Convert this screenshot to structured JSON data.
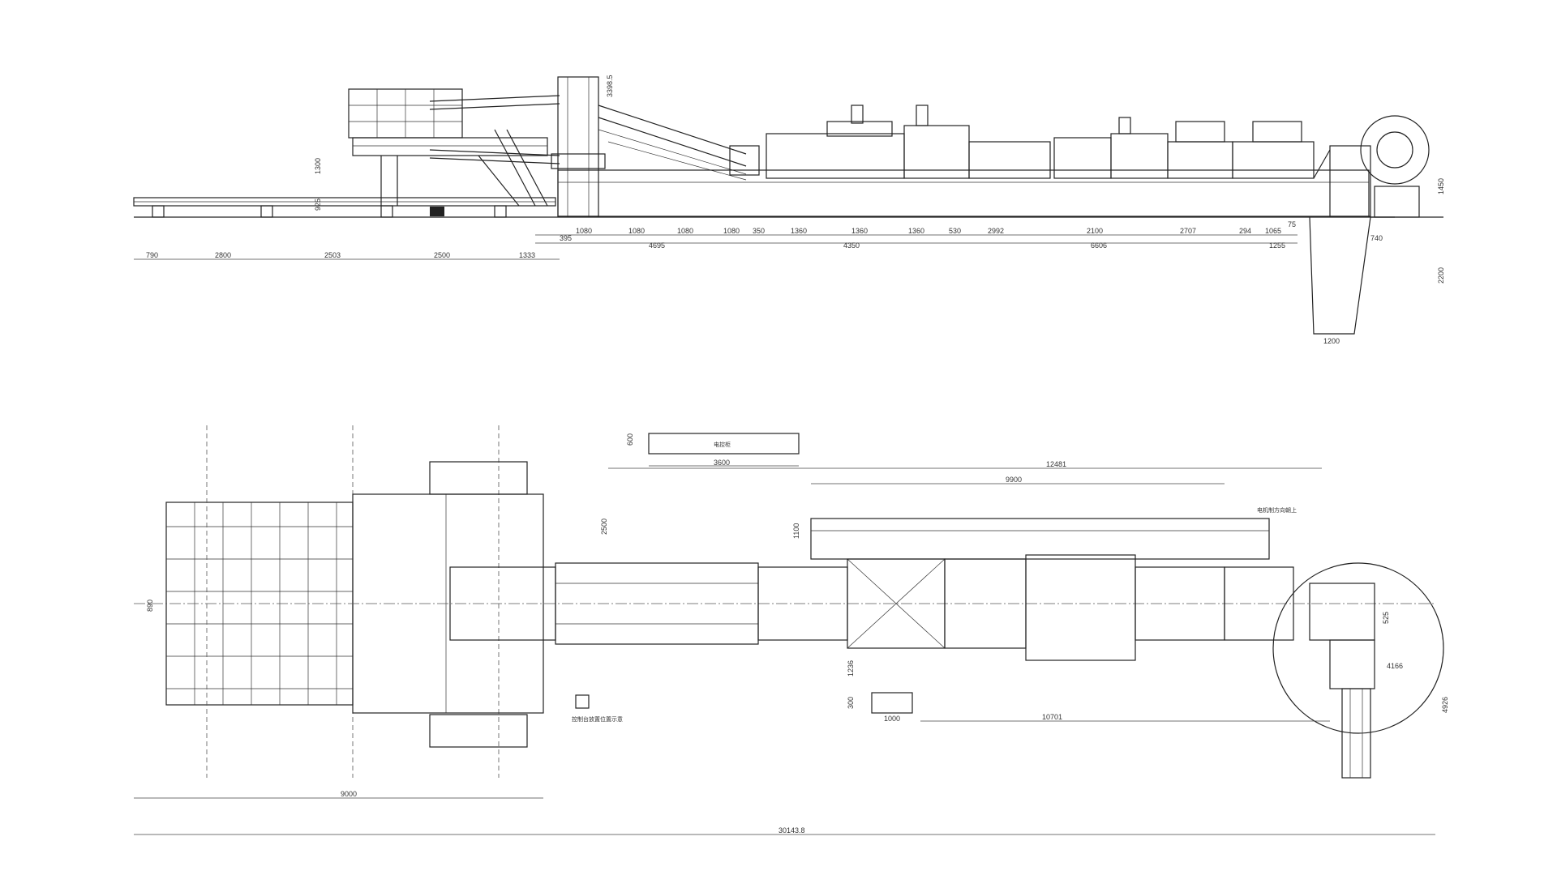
{
  "side_view": {
    "dims_top": [
      "395",
      "1080",
      "1080",
      "1080",
      "1080",
      "350",
      "1360",
      "1360",
      "1360",
      "530",
      "2992",
      "2100",
      "2707",
      "294",
      "1065",
      "75"
    ],
    "dims_bottom": [
      "4695",
      "4350",
      "6606",
      "1255"
    ],
    "dims_far_left": [
      "790",
      "2800",
      "2503",
      "2500",
      "1333"
    ],
    "dim_height_tower": "3398.5",
    "dim_height_left": "1300",
    "dim_height_small": "925",
    "dim_height_right": "1450",
    "dim_740": "740",
    "dim_2200": "2200",
    "dim_1200": "1200"
  },
  "plan_view": {
    "dim_600": "600",
    "dim_3600": "3600",
    "dim_2500": "2500",
    "dim_12481": "12481",
    "dim_9900": "9900",
    "dim_1100": "1100",
    "dim_890": "890",
    "dim_9000": "9000",
    "dim_1236": "1236",
    "dim_300": "300",
    "dim_1000": "1000",
    "dim_10701": "10701",
    "dim_525": "525",
    "dim_r": "4166",
    "dim_4926": "4926",
    "dim_total": "30143.8",
    "label_box_top": "电控柜",
    "label_motor": "电机制方向朝上",
    "label_small_box": "控制台放置位置示意"
  }
}
